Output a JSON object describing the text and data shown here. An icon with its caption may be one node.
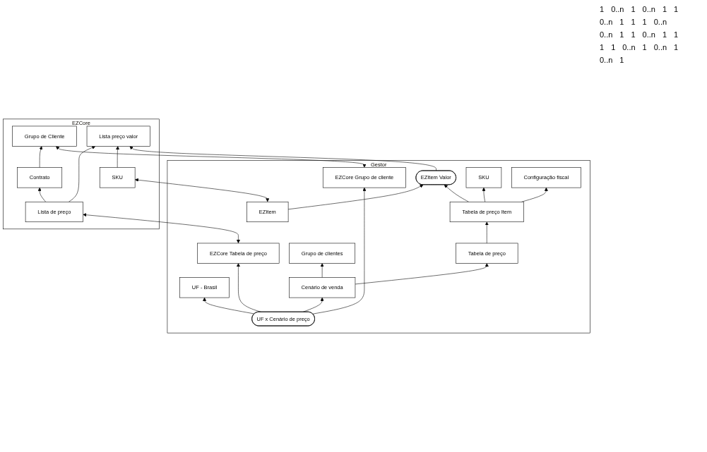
{
  "diagram": {
    "nodes": [
      {
        "text": [
          "EZCore"
        ]
      },
      {
        "text": [
          "Grupo de Cliente"
        ],
        "in": 0
      },
      {
        "text": [
          "Contrato"
        ],
        "in": 0
      },
      {
        "text": [
          "Lista de preço"
        ],
        "in": 0
      },
      {
        "text": [
          "Lista preço valor"
        ],
        "in": 0
      },
      {
        "text": [
          "SKU"
        ],
        "in": 0
      },
      {
        "text": [
          "Gestor"
        ]
      },
      {
        "text": [
          "UF - Brasil"
        ],
        "in": 6
      },
      {
        "text": [
          "EZCore Grupo de cliente"
        ],
        "in": 6
      },
      {
        "text": [
          "EZCore Tabela de preço"
        ],
        "in": 6
      },
      {
        "text": [
          "EZItem Valor"
        ],
        "in": 6
      },
      {
        "text": [
          "EZItem"
        ],
        "in": 6
      },
      {
        "text": [
          "UF x Cenário de preço"
        ],
        "in": 6
      },
      {
        "text": [
          "SKU"
        ],
        "in": 6
      },
      {
        "text": [
          "Grupo de clientes"
        ],
        "in": 6
      },
      {
        "text": [
          "Cenário de venda"
        ],
        "in": 6
      },
      {
        "text": [
          "Tabela de preço"
        ],
        "in": 6
      },
      {
        "text": [
          "Tabela de preço Item"
        ],
        "in": 6
      },
      {
        "text": [
          "Configuração fiscal"
        ],
        "in": 6
      }
    ],
    "edges": [
      {
        "from": 2,
        "to": 1,
        "arrow": "to"
      },
      {
        "from": 3,
        "to": 2,
        "arrow": "to"
      },
      {
        "from": 3,
        "to": 4,
        "arrow": "to"
      },
      {
        "from": 5,
        "to": 4,
        "arrow": "to"
      },
      {
        "from": 1,
        "to": 8,
        "arrow": "both"
      },
      {
        "from": 3,
        "to": 9,
        "arrow": "both"
      },
      {
        "from": 10,
        "to": 4,
        "arrow": "to"
      },
      {
        "from": 5,
        "to": 11,
        "arrow": "both"
      },
      {
        "from": 12,
        "to": 7,
        "arrow": "to"
      },
      {
        "from": 11,
        "to": 10,
        "arrow": "to"
      },
      {
        "from": 12,
        "to": 8,
        "arrow": "to"
      },
      {
        "from": 12,
        "to": 9,
        "arrow": "to"
      },
      {
        "from": 12,
        "to": 15,
        "arrow": "to"
      },
      {
        "from": 15,
        "to": 14,
        "arrow": "to"
      },
      {
        "from": 15,
        "to": 16,
        "arrow": "to"
      },
      {
        "from": 16,
        "to": 17,
        "arrow": "to"
      },
      {
        "from": 17,
        "to": 10,
        "arrow": "to"
      },
      {
        "from": 17,
        "to": 13,
        "arrow": "to"
      },
      {
        "from": 17,
        "to": 18,
        "arrow": "to"
      }
    ],
    "labels": [
      "1",
      "0..n",
      "1",
      "0..n",
      "1",
      "1",
      "0..n",
      "1",
      "1",
      "1",
      "0..n",
      "0..n",
      "1",
      "1",
      "0..n",
      "1",
      "1",
      "1",
      "1",
      "0..n",
      "1",
      "0..n",
      "1",
      "0..n",
      "1"
    ]
  }
}
